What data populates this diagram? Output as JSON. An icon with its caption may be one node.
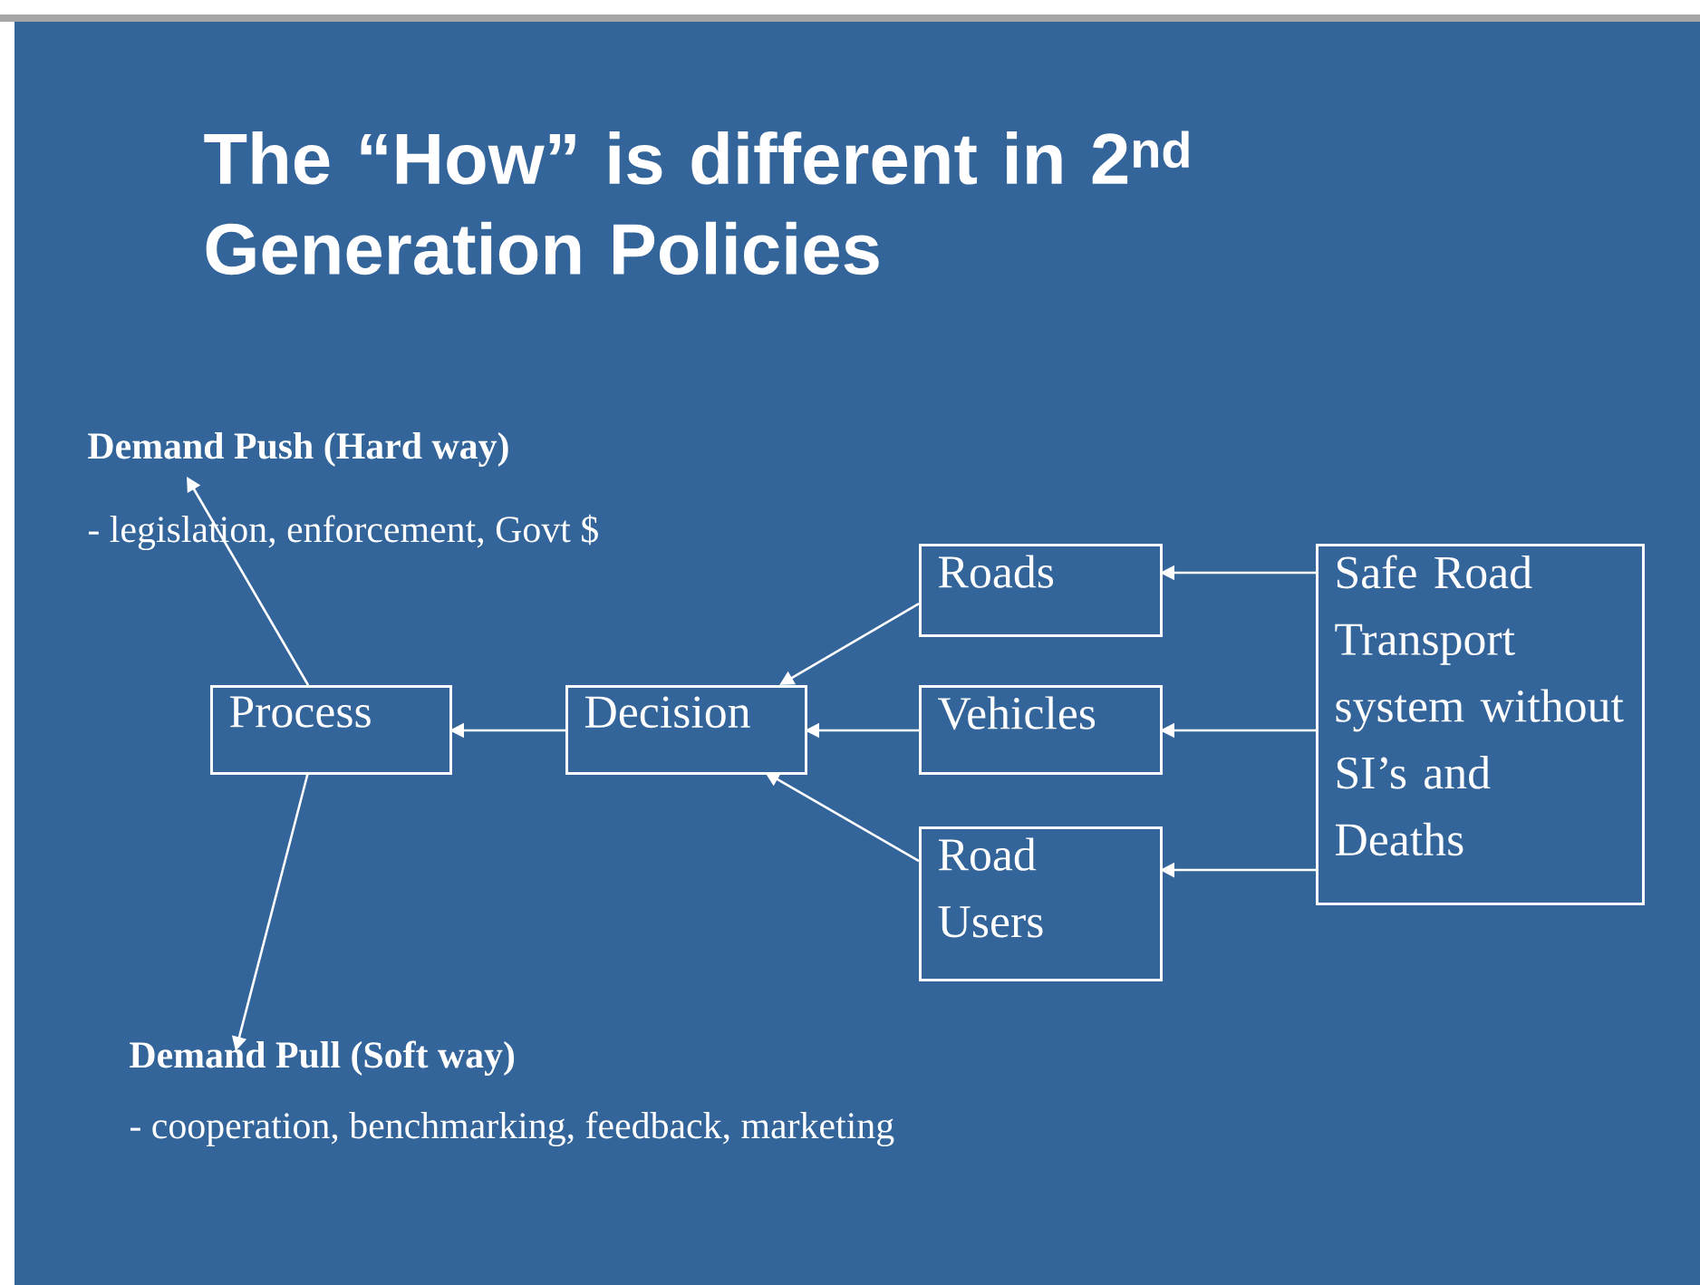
{
  "diagram": {
    "title": "The “How” is different in 2$^{nd}$ Generation Policies",
    "nodes": [
      {
        "text": [
          "Demand Push  (Hard way)"
        ]
      },
      {
        "text": [
          "Process"
        ]
      },
      {
        "text": [
          "Decision"
        ]
      },
      {
        "text": [
          "Roads"
        ]
      },
      {
        "text": [
          "Vehicles"
        ]
      },
      {
        "text": [
          "Road Users"
        ]
      },
      {
        "text": [
          "Safe Road Transport system without SI’s and Deaths"
        ]
      },
      {
        "text": [
          "Demand Pull (Soft way)"
        ]
      }
    ],
    "edges": [
      {
        "from": 1,
        "to": 0,
        "arrow": "to"
      },
      {
        "from": 1,
        "to": 7,
        "arrow": "to"
      },
      {
        "from": 2,
        "to": 1,
        "arrow": "to"
      },
      {
        "from": 3,
        "to": 2,
        "arrow": "to"
      },
      {
        "from": 4,
        "to": 2,
        "arrow": "to"
      },
      {
        "from": 5,
        "to": 2,
        "arrow": "to"
      },
      {
        "from": 6,
        "to": 3,
        "arrow": "to"
      },
      {
        "from": 6,
        "to": 4,
        "arrow": "to"
      },
      {
        "from": 6,
        "to": 5,
        "arrow": "to"
      }
    ],
    "labels": [
      "- legislation, enforcement, Govt $",
      "- cooperation, benchmarking, feedback, marketing"
    ]
  }
}
